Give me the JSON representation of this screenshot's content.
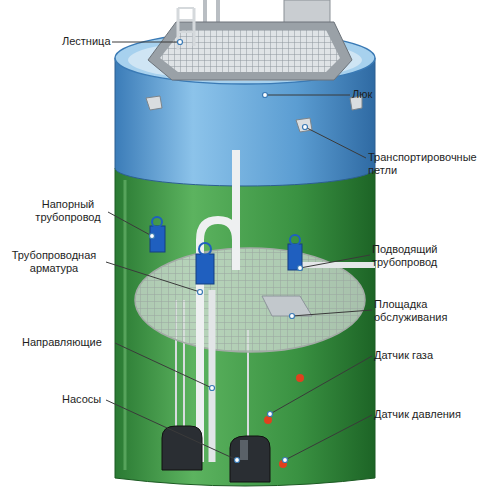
{
  "diagram": {
    "labels": [
      "Лестница",
      "Люк",
      "Транспортировочные петли",
      "Напорный трубопровод",
      "Трубопроводная арматура",
      "Подводящий трубопровод",
      "Площадка обслуживания",
      "Направляющие",
      "Датчик газа",
      "Насосы",
      "Датчик давления"
    ]
  }
}
